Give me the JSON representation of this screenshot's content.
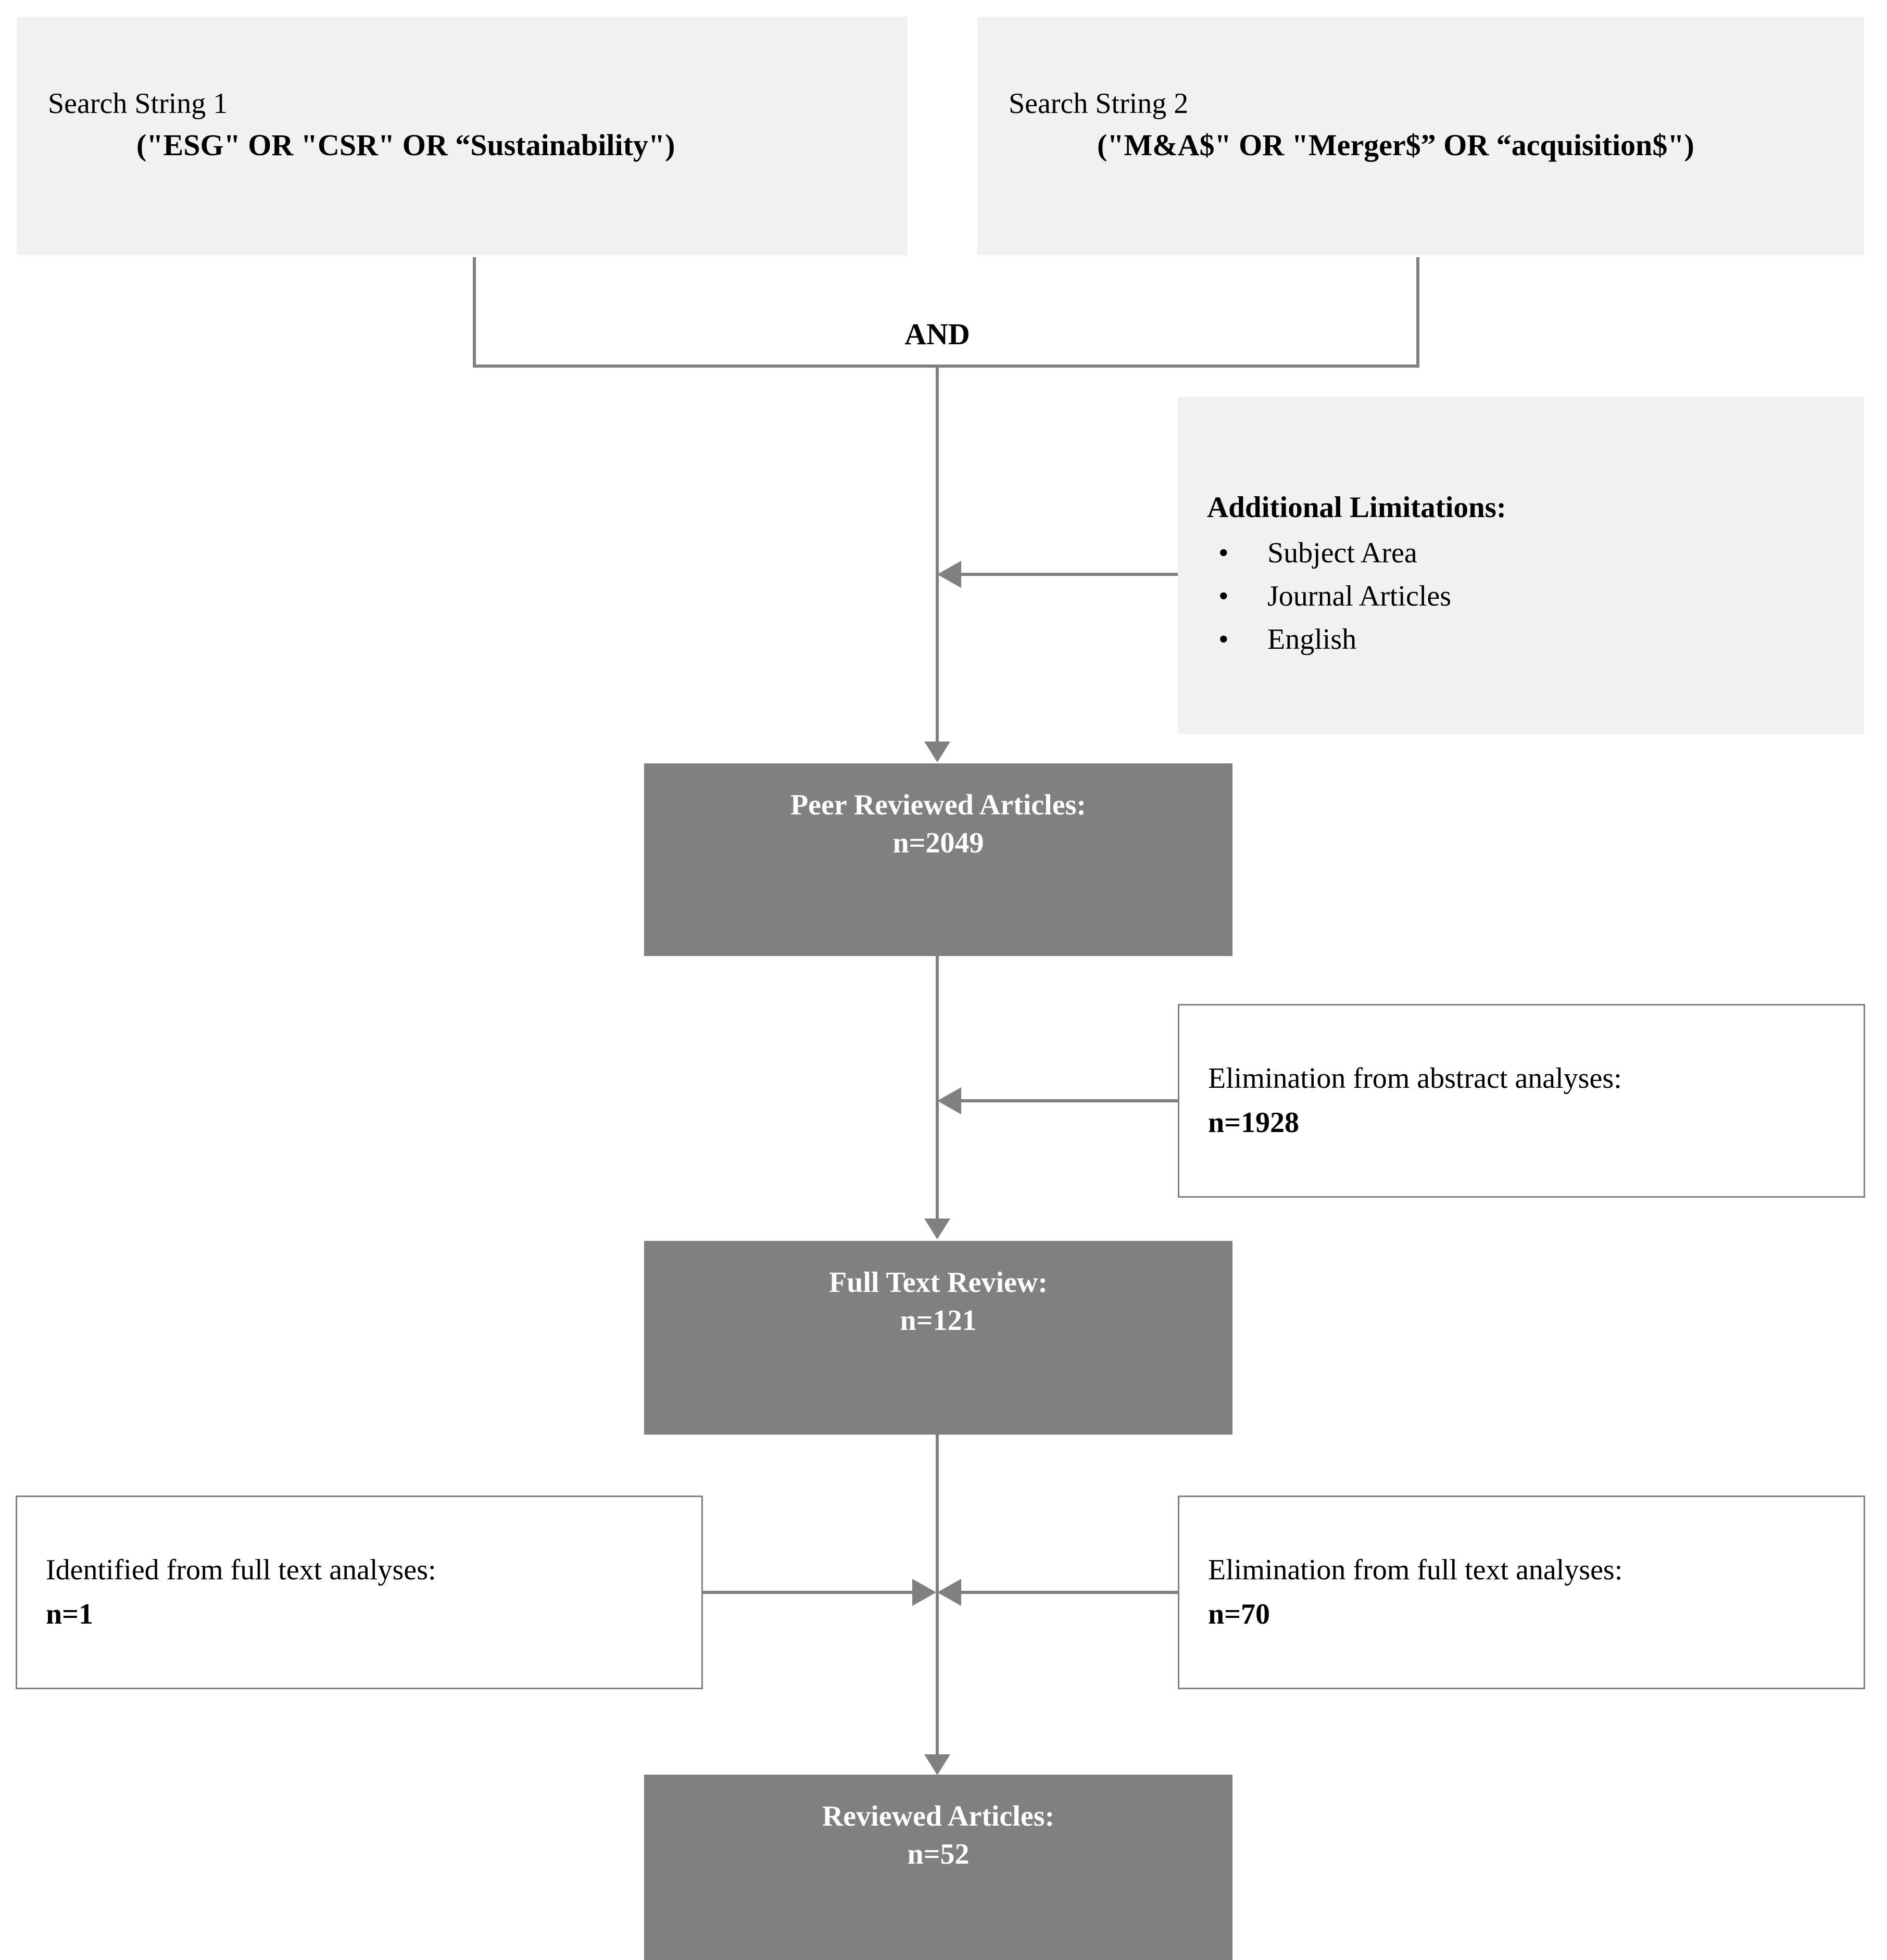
{
  "diagram": {
    "title": "Literature search and screening flow (PRISMA-style)",
    "colors": {
      "light_box_fill": "#f1f1f1",
      "dark_box_fill": "#808080",
      "dark_box_text": "#ffffff",
      "connector": "#808080",
      "text": "#000000"
    }
  },
  "search_strings": [
    {
      "title": "Search String 1",
      "query": "(\"ESG\" OR \"CSR\" OR “Sustainability\")"
    },
    {
      "title": "Search String 2",
      "query": "(\"M&A$\" OR \"Merger$” OR “acquisition$\")"
    }
  ],
  "operator": {
    "label": "AND"
  },
  "limitations": {
    "title": "Additional Limitations:",
    "bullet_glyph": "•",
    "items": [
      "Subject Area",
      "Journal Articles",
      "English"
    ]
  },
  "stages": [
    {
      "label": "Peer Reviewed Articles:",
      "count": "n=2049"
    },
    {
      "label": "Full Text Review:",
      "count": "n=121"
    },
    {
      "label": "Reviewed Articles:",
      "count": "n=52"
    }
  ],
  "notes": {
    "abstract_elimination": {
      "label": "Elimination from abstract analyses:",
      "count": "n=1928"
    },
    "fulltext_identified": {
      "label": "Identified from full text analyses:",
      "count": "n=1"
    },
    "fulltext_elimination": {
      "label": "Elimination from full text analyses:",
      "count": "n=70"
    }
  },
  "chart_data": {
    "type": "diagram",
    "title": "Systematic literature review selection flow",
    "nodes": [
      {
        "id": "search1",
        "label": "Search String 1",
        "value": "(\"ESG\" OR \"CSR\" OR “Sustainability\")"
      },
      {
        "id": "search2",
        "label": "Search String 2",
        "value": "(\"M&A$\" OR \"Merger$” OR “acquisition$\")"
      },
      {
        "id": "and",
        "label": "AND"
      },
      {
        "id": "limitations",
        "label": "Additional Limitations:",
        "value": "Subject Area; Journal Articles; English"
      },
      {
        "id": "peer",
        "label": "Peer Reviewed Articles:",
        "value": 2049
      },
      {
        "id": "abstract_elim",
        "label": "Elimination from abstract analyses:",
        "value": 1928
      },
      {
        "id": "fulltext",
        "label": "Full Text Review:",
        "value": 121
      },
      {
        "id": "identified",
        "label": "Identified from full text analyses:",
        "value": 1
      },
      {
        "id": "fulltext_elim",
        "label": "Elimination from full text analyses:",
        "value": 70
      },
      {
        "id": "reviewed",
        "label": "Reviewed Articles:",
        "value": 52
      }
    ],
    "edges": [
      {
        "from": "search1",
        "to": "and"
      },
      {
        "from": "search2",
        "to": "and"
      },
      {
        "from": "and",
        "to": "peer"
      },
      {
        "from": "limitations",
        "to": "peer"
      },
      {
        "from": "peer",
        "to": "fulltext"
      },
      {
        "from": "abstract_elim",
        "to": "fulltext"
      },
      {
        "from": "fulltext",
        "to": "reviewed"
      },
      {
        "from": "identified",
        "to": "reviewed"
      },
      {
        "from": "fulltext_elim",
        "to": "reviewed"
      }
    ]
  }
}
